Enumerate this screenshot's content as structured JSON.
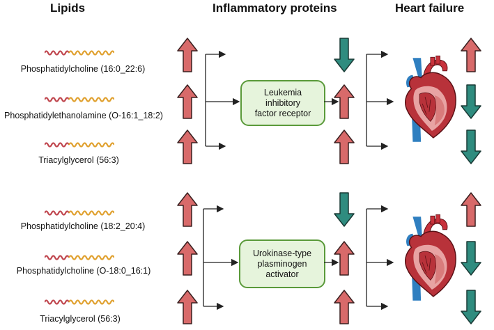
{
  "headers": {
    "lipids": "Lipids",
    "proteins": "Inflammatory proteins",
    "heart_failure": "Heart failure"
  },
  "panels": [
    {
      "lipids": [
        {
          "name": "Phosphatidylcholine (16:0_22:6)",
          "direction": "up"
        },
        {
          "name": "Phosphatidylethanolamine (O-16:1_18:2)",
          "direction": "up"
        },
        {
          "name": "Triacylglycerol (56:3)",
          "direction": "up"
        }
      ],
      "protein": {
        "lines": [
          "Leukemia",
          "inhibitory",
          "factor receptor"
        ]
      },
      "protein_arrows": [
        "down",
        "up",
        "up"
      ],
      "heart_failure_arrows": [
        "up",
        "down",
        "down"
      ]
    },
    {
      "lipids": [
        {
          "name": "Phosphatidylcholine (18:2_20:4)",
          "direction": "up"
        },
        {
          "name": "Phosphatidylcholine (O-18:0_16:1)",
          "direction": "up"
        },
        {
          "name": "Triacylglycerol (56:3)",
          "direction": "up"
        }
      ],
      "protein": {
        "lines": [
          "Urokinase-type",
          "plasminogen",
          "activator"
        ]
      },
      "protein_arrows": [
        "down",
        "up",
        "up"
      ],
      "heart_failure_arrows": [
        "up",
        "down",
        "down"
      ]
    }
  ],
  "colors": {
    "up_arrow": "#d86a6a",
    "down_arrow": "#2f8c7f",
    "box_fill": "#e6f4dc",
    "box_border": "#5a9a3a",
    "lipid_head": "#c0474f",
    "lipid_tail": "#e0a130"
  },
  "icons": {
    "heart": "heart-anatomy-icon",
    "lipid": "lipid-chain-icon"
  }
}
